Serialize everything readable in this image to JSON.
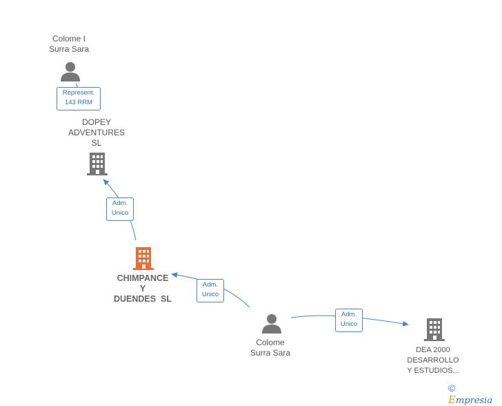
{
  "nodes": {
    "colome_top": {
      "label_line1": "Colome I",
      "label_line2": "Surra Sara",
      "icon": "person-icon"
    },
    "dopey": {
      "label_line1": "DOPEY",
      "label_line2": "ADVENTURES",
      "label_line3": "SL",
      "icon": "building-icon"
    },
    "chimpance": {
      "label_line1": "CHIMPANCE",
      "label_line2": "Y",
      "label_line3": "DUENDES  SL",
      "icon": "building-icon",
      "color": "#f26a2e"
    },
    "colome_mid": {
      "label_line1": "Colome",
      "label_line2": "Surra Sara",
      "icon": "person-icon"
    },
    "dea": {
      "label_line1": "DEA 2000",
      "label_line2": "DESARROLLO",
      "label_line3": "Y ESTUDIOS...",
      "icon": "building-icon"
    }
  },
  "edges": {
    "e1": {
      "line1": "Represent.",
      "line2": "143 RRM"
    },
    "e2": {
      "line1": "Adm.",
      "line2": "Unico"
    },
    "e3": {
      "line1": "Adm.",
      "line2": "Unico"
    },
    "e4": {
      "line1": "Adm.",
      "line2": "Unico"
    }
  },
  "footer": {
    "copyright": "©",
    "brand_initial": "E",
    "brand_rest": "mpresia"
  },
  "colors": {
    "edge": "#4a86c8",
    "node_gray": "#777777",
    "highlight": "#f26a2e"
  }
}
